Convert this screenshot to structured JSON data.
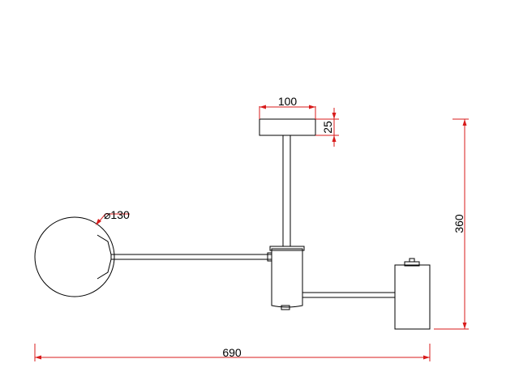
{
  "dimensions": {
    "plate_width": "100",
    "plate_height": "25",
    "globe_diameter": "⌀130",
    "overall_height": "360",
    "overall_width": "690"
  },
  "colors": {
    "outline": "#000000",
    "dimension_lines": "#d81b1b",
    "background": "#ffffff"
  }
}
